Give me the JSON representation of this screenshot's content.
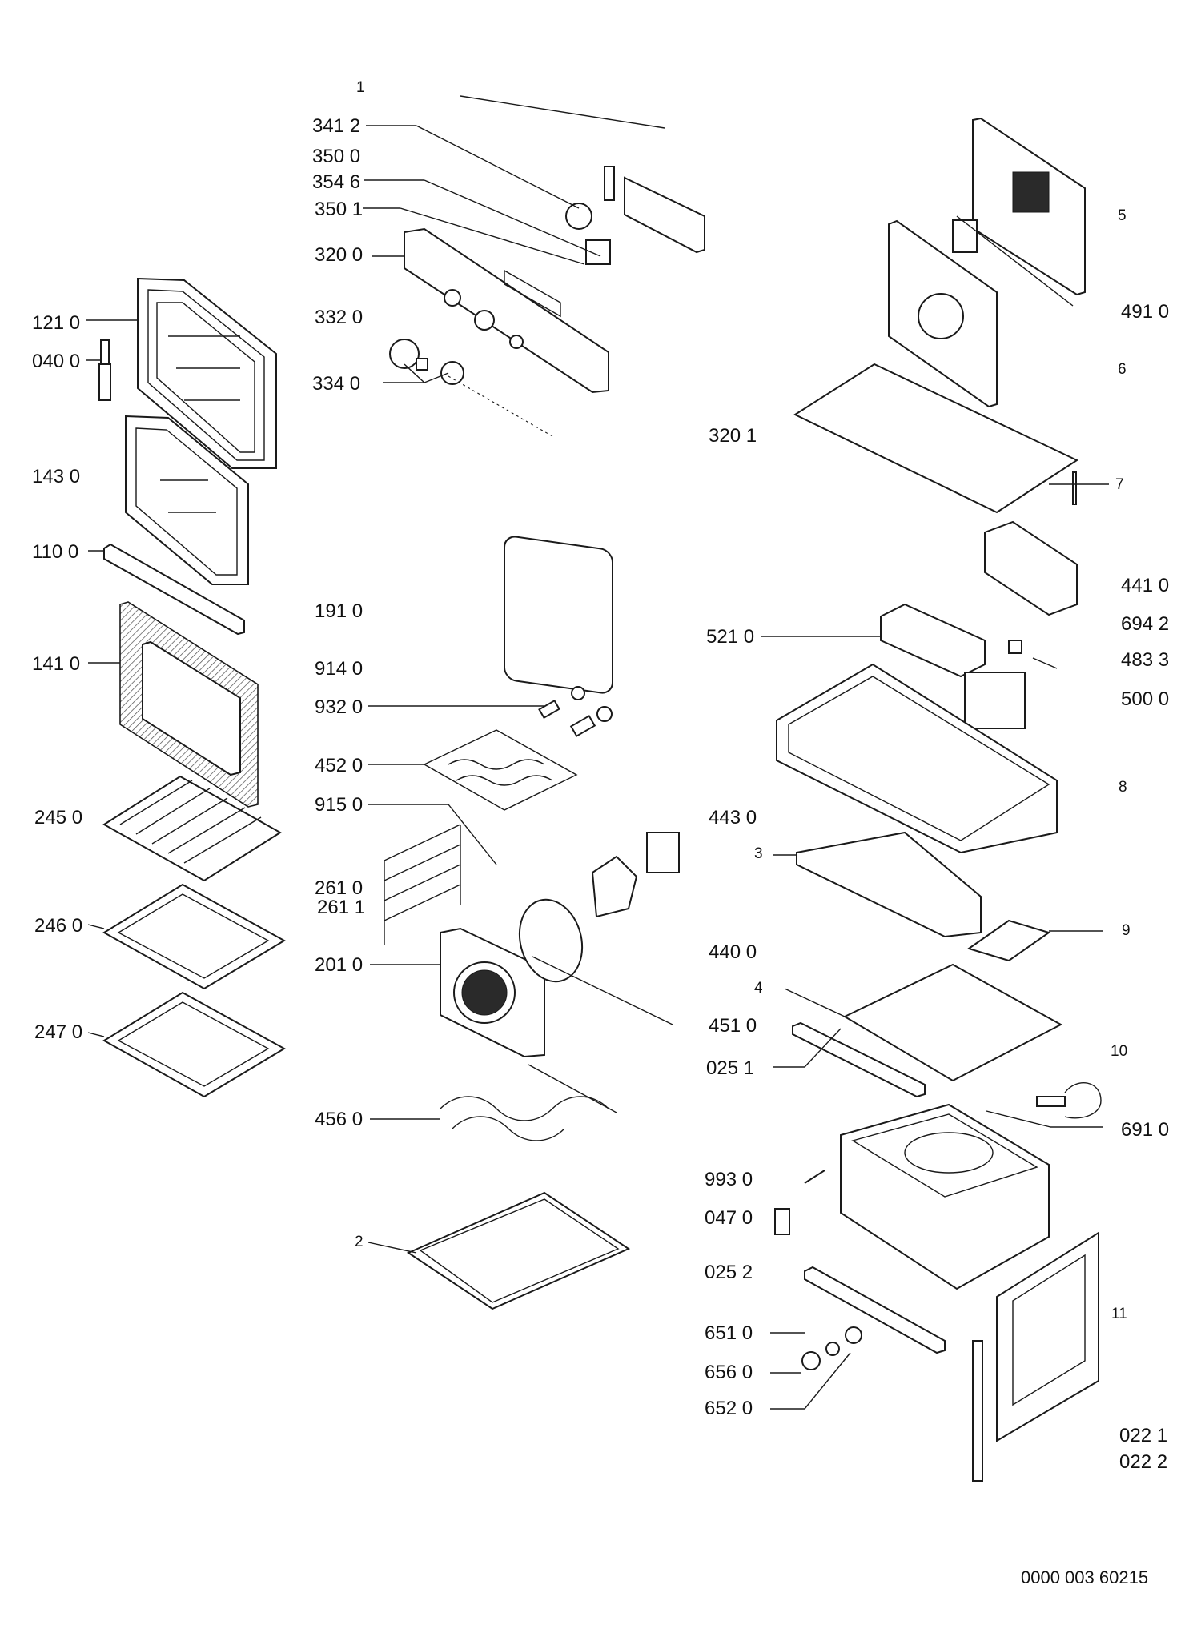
{
  "labels": {
    "l1": "1",
    "l341_2": "341 2",
    "l350_0": "350 0",
    "l354_6": "354 6",
    "l350_1": "350 1",
    "l320_0": "320 0",
    "l332_0": "332 0",
    "l334_0": "334 0",
    "l121_0": "121 0",
    "l040_0": "040 0",
    "l143_0": "143 0",
    "l110_0": "110 0",
    "l141_0": "141 0",
    "l245_0": "245 0",
    "l246_0": "246 0",
    "l247_0": "247 0",
    "l191_0": "191 0",
    "l914_0": "914 0",
    "l932_0": "932 0",
    "l452_0": "452 0",
    "l915_0": "915 0",
    "l261_0": "261 0",
    "l261_1": "261 1",
    "l201_0": "201 0",
    "l456_0": "456 0",
    "l2": "2",
    "l5": "5",
    "l491_0": "491 0",
    "l6": "6",
    "l320_1": "320 1",
    "l7": "7",
    "l441_0": "441 0",
    "l694_2": "694 2",
    "l521_0": "521 0",
    "l483_3": "483 3",
    "l500_0": "500 0",
    "l8": "8",
    "l443_0": "443 0",
    "l3": "3",
    "l9": "9",
    "l440_0": "440 0",
    "l4": "4",
    "l451_0": "451 0",
    "l025_1": "025 1",
    "l10": "10",
    "l691_0": "691 0",
    "l993_0": "993 0",
    "l047_0": "047 0",
    "l025_2": "025 2",
    "l11": "11",
    "l651_0": "651 0",
    "l656_0": "656 0",
    "l652_0": "652 0",
    "l022_1": "022 1",
    "l022_2": "022 2",
    "doc_number": "0000 003 60215"
  }
}
